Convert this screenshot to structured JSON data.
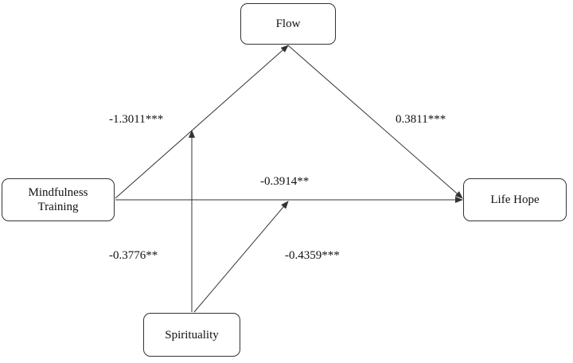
{
  "nodes": {
    "flow": "Flow",
    "mindfulness": "Mindfulness\nTraining",
    "life_hope": "Life Hope",
    "spirituality": "Spirituality"
  },
  "paths": {
    "mindfulness_to_flow": "-1.3011***",
    "flow_to_life_hope": "0.3811***",
    "mindfulness_to_life_hope": "-0.3914**",
    "spirituality_moderates_a": "-0.3776**",
    "spirituality_moderates_c": "-0.4359***"
  },
  "colors": {
    "line": "#333333",
    "text": "#111111"
  }
}
